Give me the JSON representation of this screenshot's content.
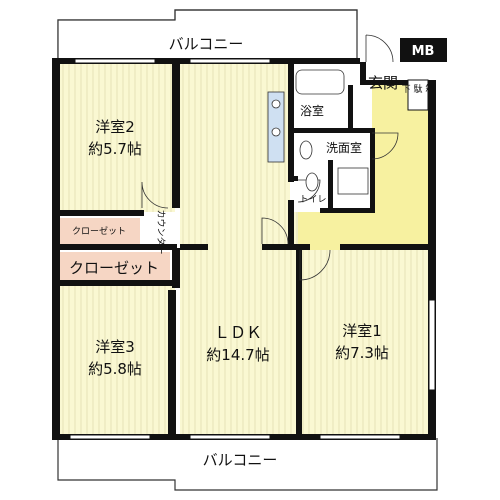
{
  "balcony_top": "バルコニー",
  "balcony_bottom": "バルコニー",
  "mb": "MB",
  "rooms": {
    "western2": {
      "name": "洋室2",
      "size": "約5.7帖"
    },
    "western3": {
      "name": "洋室3",
      "size": "約5.8帖"
    },
    "western1": {
      "name": "洋室1",
      "size": "約7.3帖"
    },
    "ldk": {
      "name": "ＬＤＫ",
      "size": "約14.7帖"
    }
  },
  "closet_small": "クローゼット",
  "closet_big": "クローゼット",
  "counter": "カウンター",
  "genkan": "玄関",
  "geta": "下\n駄\n箱",
  "bath": "浴室",
  "washroom": "洗面室",
  "toilet": "トイレ",
  "colors": {
    "room_fill": "#faf8d2",
    "entry_fill": "#f7f1a0",
    "closet_fill": "#f6d6c4",
    "wall": "#111111"
  }
}
